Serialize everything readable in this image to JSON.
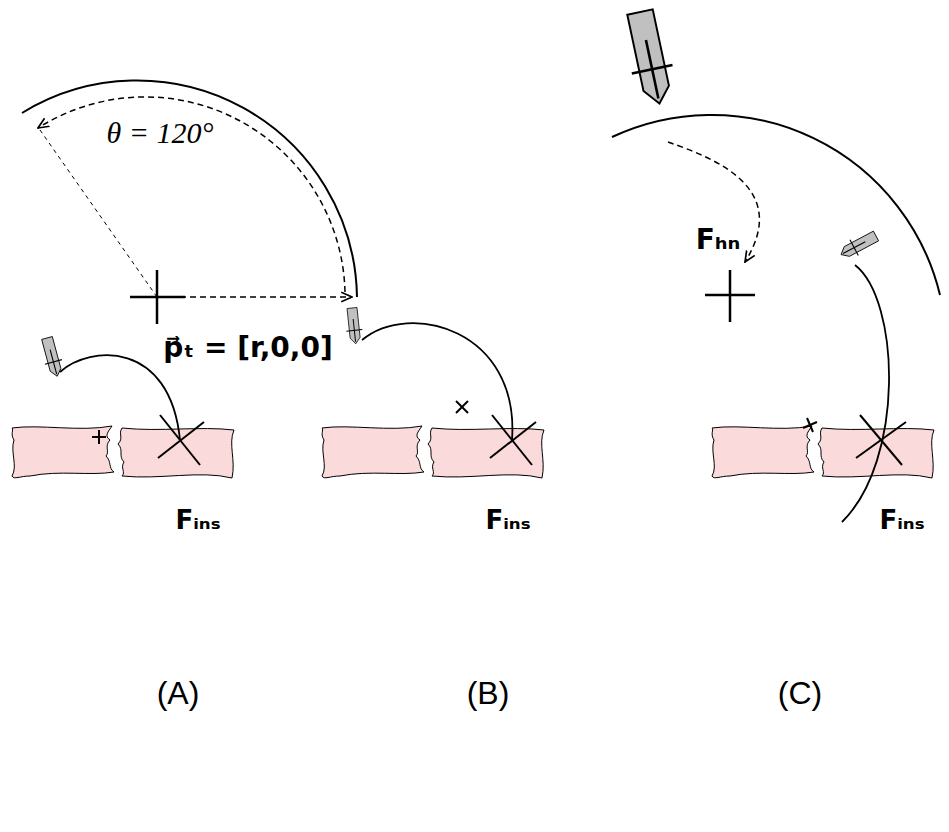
{
  "diagram": {
    "labels": [
      "θ = 120°",
      "p⃗ₜ = [r,0,0]",
      "Fₕₙ",
      "Fᵢₙₛ",
      "Fᵢₙₛ",
      "Fᵢₙₛ",
      "(A)",
      "(B)",
      "(C)"
    ]
  }
}
